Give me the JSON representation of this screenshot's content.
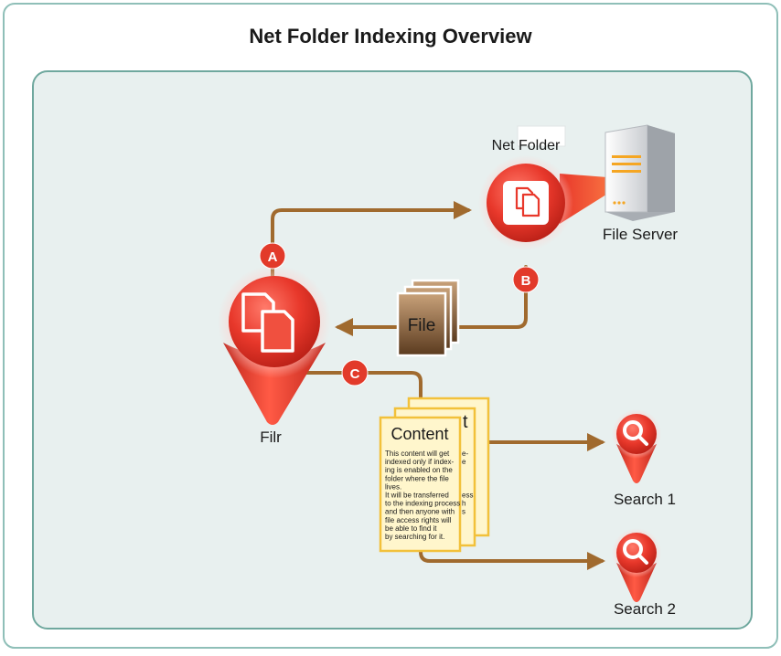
{
  "diagram": {
    "title": "Net Folder Indexing Overview",
    "nodes": {
      "net_folder": {
        "label": "Net Folder"
      },
      "file_server": {
        "label": "File Server"
      },
      "filr": {
        "label": "Filr"
      },
      "file": {
        "label": "File"
      },
      "search1": {
        "label": "Search 1"
      },
      "search2": {
        "label": "Search 2"
      }
    },
    "steps": {
      "a": "A",
      "b": "B",
      "c": "C"
    },
    "content_card": {
      "title": "Content",
      "back_title_fragment": "t",
      "lines": [
        "This content will get",
        "indexed only if index-",
        "ing is enabled on the",
        "folder where the file",
        "lives.",
        "It will be transferred",
        "to the indexing process",
        "and then anyone with",
        "file access rights will",
        "be able to find it",
        "by searching for it."
      ],
      "back_fragments": [
        "e-",
        "e",
        "ess",
        "h",
        "s"
      ]
    },
    "colors": {
      "frame_border": "#8fbfb8",
      "panel_fill": "#e8f0ef",
      "panel_border": "#6fa89e",
      "arrow": "#a06a2e",
      "node_red": "#e8382b",
      "badge_red": "#e23a2a",
      "card_fill": "#fff6cc",
      "card_border": "#f2c13a"
    },
    "icons": [
      "documents-icon",
      "magnifier-icon",
      "server-icon",
      "file-stack-icon"
    ]
  }
}
